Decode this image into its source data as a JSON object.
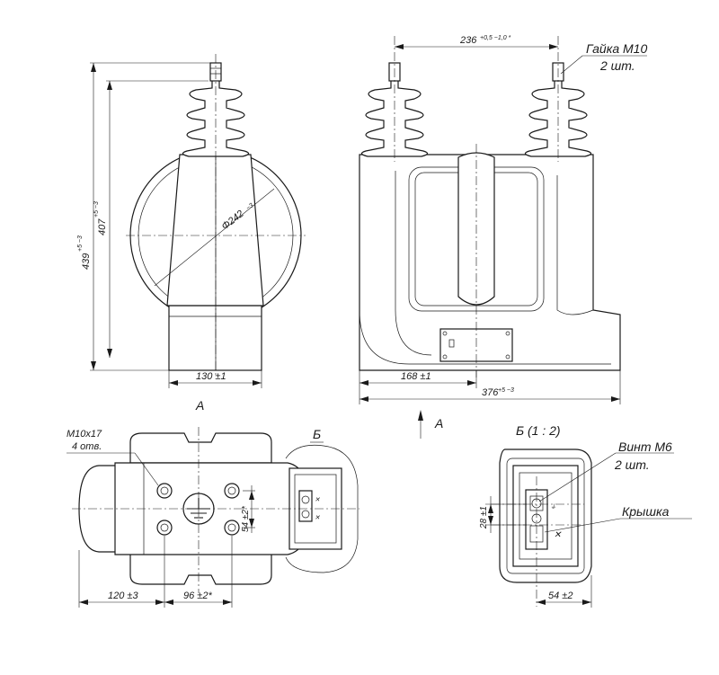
{
  "dimensions": {
    "front_height_total": "439",
    "front_height_total_tol": "+5 −3",
    "front_height": "407",
    "front_height_tol": "+5 −3",
    "diameter": "Φ242",
    "diameter_tol": "−3",
    "front_base_width": "130 ±1",
    "side_terminal_spacing": "236",
    "side_terminal_spacing_tol": "+0,5 −1,0 *",
    "side_offset": "168 ±1",
    "side_length": "376",
    "side_length_tol": "+5 −3",
    "plan_hole_span": "54 ±2*",
    "plan_offset": "120 ±3",
    "plan_hole_spacing": "96 ±2*",
    "detail_vertical": "28 ±1",
    "detail_horizontal": "54 ±2"
  },
  "callouts": {
    "nut": "Гайка М10",
    "nut_qty": "2 шт.",
    "holes": "M10x17",
    "holes_qty": "4 отв.",
    "screw": "Винт М6",
    "screw_qty": "2 шт.",
    "cover": "Крышка"
  },
  "views": {
    "view_a_label": "А",
    "view_a_arrow_label": "А",
    "detail_ref": "Б",
    "detail_title": "Б  (1 : 2)"
  }
}
